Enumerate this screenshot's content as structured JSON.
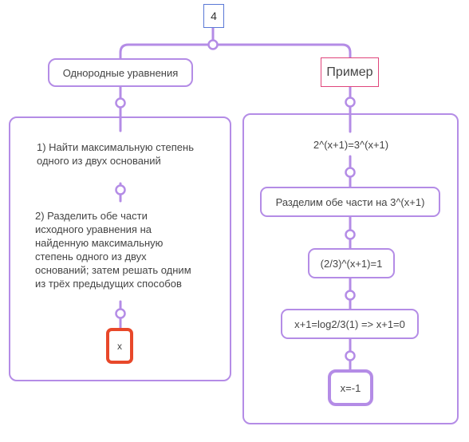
{
  "root": {
    "label": "4"
  },
  "left_branch": {
    "title": "Однородные уравнения",
    "step1": "1) Найти максимальную степень одного из двух оснований",
    "step2": "2) Разделить обе части исходного уравнения на найденную максимальную степень одного из двух оснований; затем решать одним из трёх предыдущих способов",
    "leaf": "x"
  },
  "right_branch": {
    "title": "Пример",
    "steps": [
      "2^(x+1)=3^(x+1)",
      "Разделим обе части на 3^(x+1)",
      "(2/3)^(x+1)=1",
      "x+1=log2/3(1) => x+1=0",
      "x=-1"
    ]
  },
  "colors": {
    "connector": "#b48ce6",
    "root_border": "#5a78d6",
    "example_border": "#e0457b",
    "highlight": "#e8482a"
  }
}
